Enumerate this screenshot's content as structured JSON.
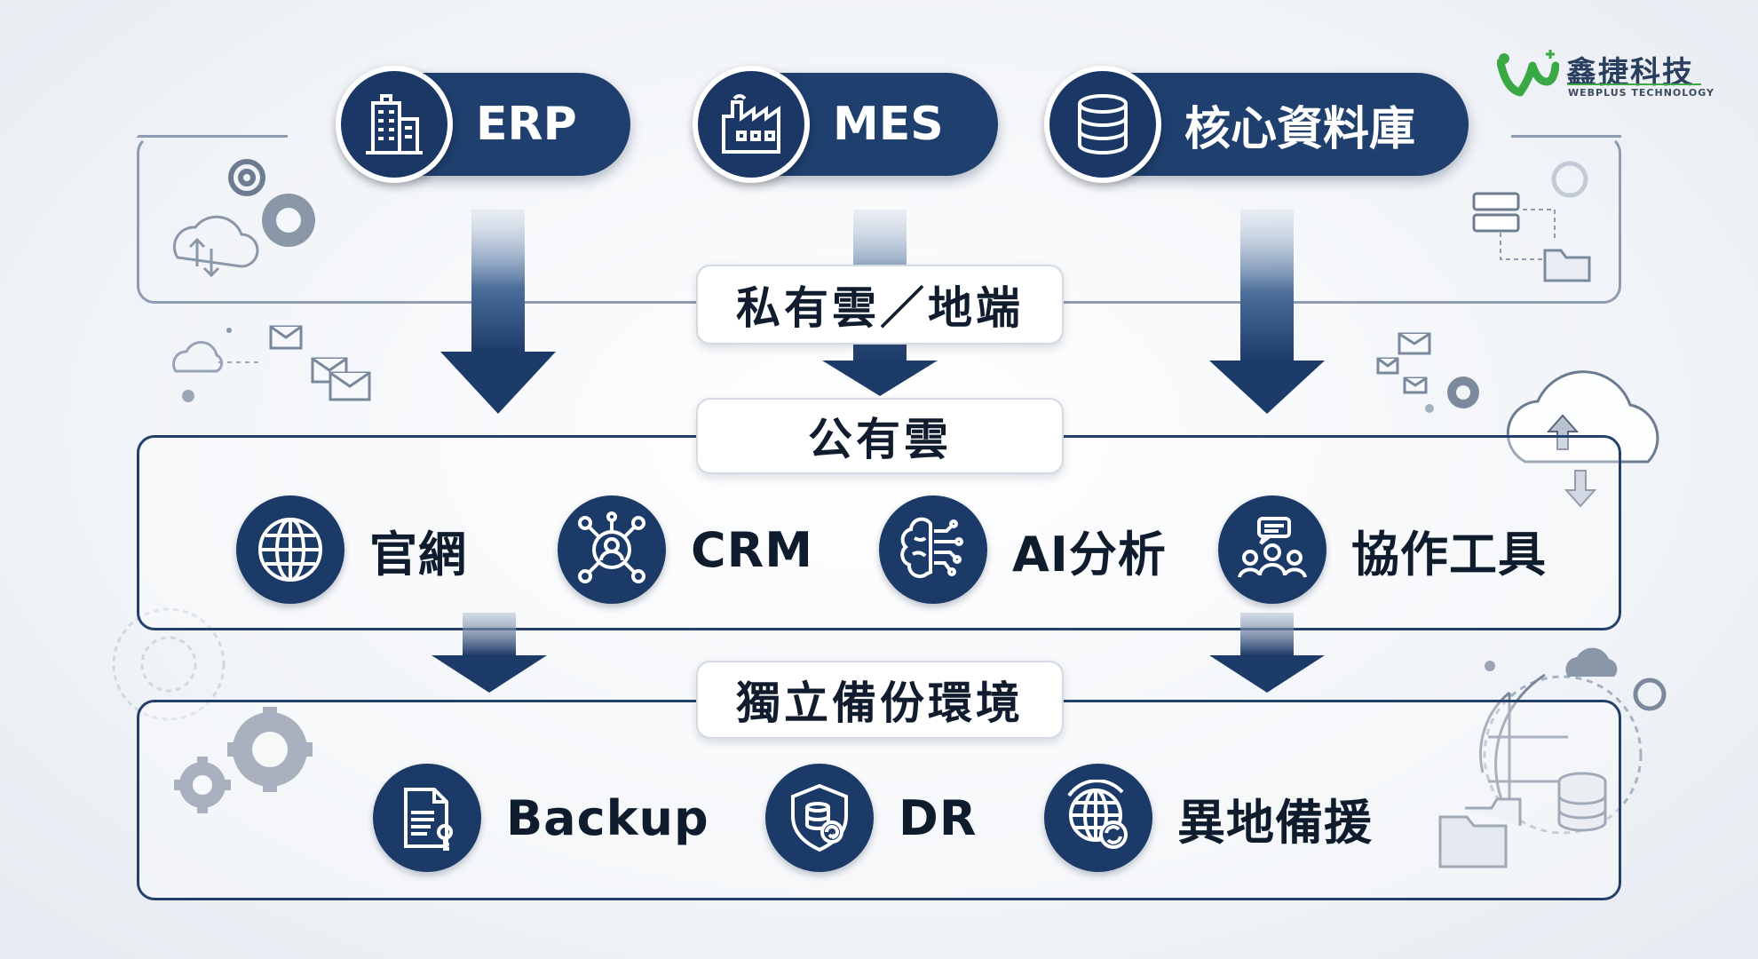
{
  "brand": {
    "name": "鑫捷科技",
    "tagline": "WEBPLUS TECHNOLOGY",
    "colors": {
      "navy": "#1f3f6e",
      "green": "#3aa845"
    }
  },
  "top_systems": [
    {
      "label": "ERP",
      "icon": "building-icon"
    },
    {
      "label": "MES",
      "icon": "factory-icon"
    },
    {
      "label": "核心資料庫",
      "icon": "database-icon"
    }
  ],
  "sections": {
    "private_cloud": {
      "label": "私有雲／地端"
    },
    "public_cloud": {
      "label": "公有雲",
      "items": [
        {
          "label": "官網",
          "icon": "globe-icon"
        },
        {
          "label": "CRM",
          "icon": "network-user-icon"
        },
        {
          "label": "AI分析",
          "icon": "brain-circuit-icon"
        },
        {
          "label": "協作工具",
          "icon": "team-chat-icon"
        }
      ]
    },
    "backup_env": {
      "label": "獨立備份環境",
      "items": [
        {
          "label": "Backup",
          "icon": "document-key-icon"
        },
        {
          "label": "DR",
          "icon": "shield-database-icon"
        },
        {
          "label": "異地備援",
          "icon": "globe-sync-icon"
        }
      ]
    }
  }
}
